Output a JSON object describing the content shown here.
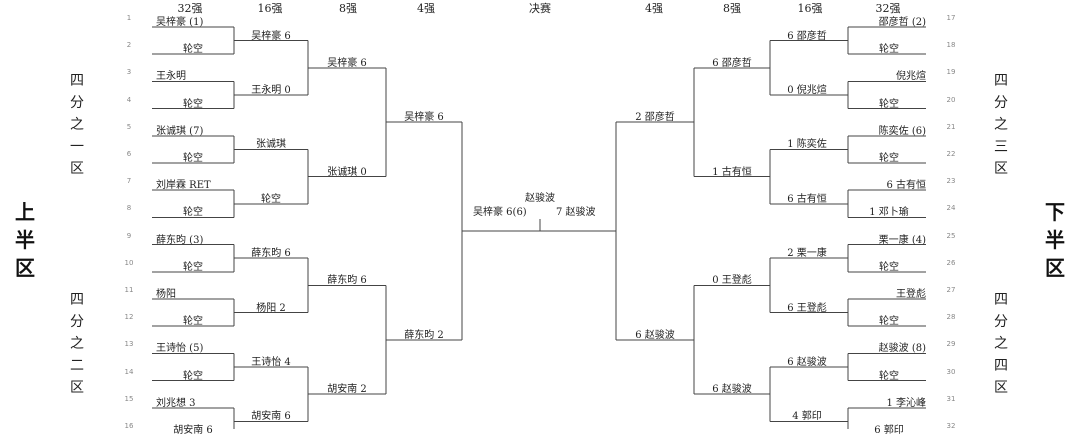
{
  "headers": {
    "left": [
      "32强",
      "16强",
      "8强",
      "4强"
    ],
    "final": "决赛",
    "right": [
      "4强",
      "8强",
      "16强",
      "32强"
    ]
  },
  "sideLabels": {
    "upperHalf": "上半区",
    "lowerHalf": "下半区",
    "q1": "四分之一区",
    "q2": "四分之二区",
    "q3": "四分之三区",
    "q4": "四分之四区"
  },
  "seedNumbers": {
    "left": [
      "1",
      "2",
      "3",
      "4",
      "5",
      "6",
      "7",
      "8",
      "9",
      "10",
      "11",
      "12",
      "13",
      "14",
      "15",
      "16"
    ],
    "right": [
      "17",
      "18",
      "19",
      "20",
      "21",
      "22",
      "23",
      "24",
      "25",
      "26",
      "27",
      "28",
      "29",
      "30",
      "31",
      "32"
    ]
  },
  "left": {
    "r32": [
      "吴梓豪 (1)",
      "轮空",
      "王永明",
      "轮空",
      "张诚琪 (7)",
      "轮空",
      "刘岸霖 RET",
      "轮空",
      "薛东昀 (3)",
      "轮空",
      "杨阳",
      "轮空",
      "王诗怡 (5)",
      "轮空",
      "刘兆想 3",
      "胡安南 6"
    ],
    "r16": [
      "吴梓豪 6",
      "王永明 0",
      "张诚琪",
      "轮空",
      "薛东昀 6",
      "杨阳 2",
      "王诗怡 4",
      "胡安南 6"
    ],
    "qf": [
      "吴梓豪 6",
      "张诚琪 0",
      "薛东昀 6",
      "胡安南 2"
    ],
    "sf": [
      "吴梓豪 6",
      "薛东昀 2"
    ]
  },
  "right": {
    "r32": [
      "邵彦哲 (2)",
      "轮空",
      "倪兆煊",
      "轮空",
      "陈奕佐 (6)",
      "轮空",
      "6 古有恒",
      "1 邓卜瑜",
      "栗一康 (4)",
      "轮空",
      "王登彪",
      "轮空",
      "赵骏波 (8)",
      "轮空",
      "1 李沁峰",
      "6 郭印"
    ],
    "r16": [
      "6 邵彦哲",
      "0 倪兆煊",
      "1 陈奕佐",
      "6 古有恒",
      "2 栗一康",
      "6 王登彪",
      "6 赵骏波",
      "4 郭印"
    ],
    "qf": [
      "6 邵彦哲",
      "1 古有恒",
      "0 王登彪",
      "6 赵骏波"
    ],
    "sf": [
      "2 邵彦哲",
      "6 赵骏波"
    ]
  },
  "final": {
    "champion": "赵骏波",
    "left": "吴梓豪 6(6)",
    "right": "7 赵骏波"
  }
}
